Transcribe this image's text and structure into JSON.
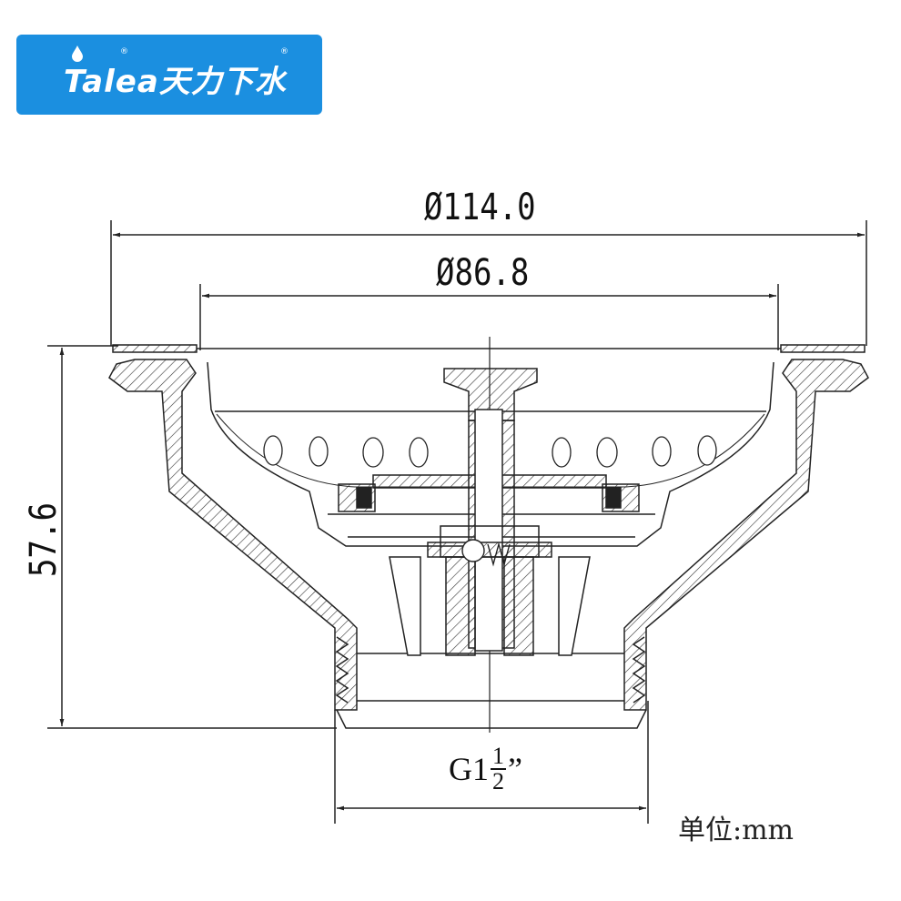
{
  "logo": {
    "brand_latin": "Talea",
    "brand_chinese": "天力下水",
    "registered_mark": "®",
    "background_color": "#1b8fe0"
  },
  "dimensions": {
    "outer_diameter": "Ø114.0",
    "inner_diameter": "Ø86.8",
    "height": "57.6",
    "thread_prefix": "G1",
    "thread_numerator": "1",
    "thread_denominator": "2",
    "thread_suffix": "”"
  },
  "unit_label": "单位:mm",
  "colors": {
    "line": "#222222",
    "hatch": "#333333"
  }
}
